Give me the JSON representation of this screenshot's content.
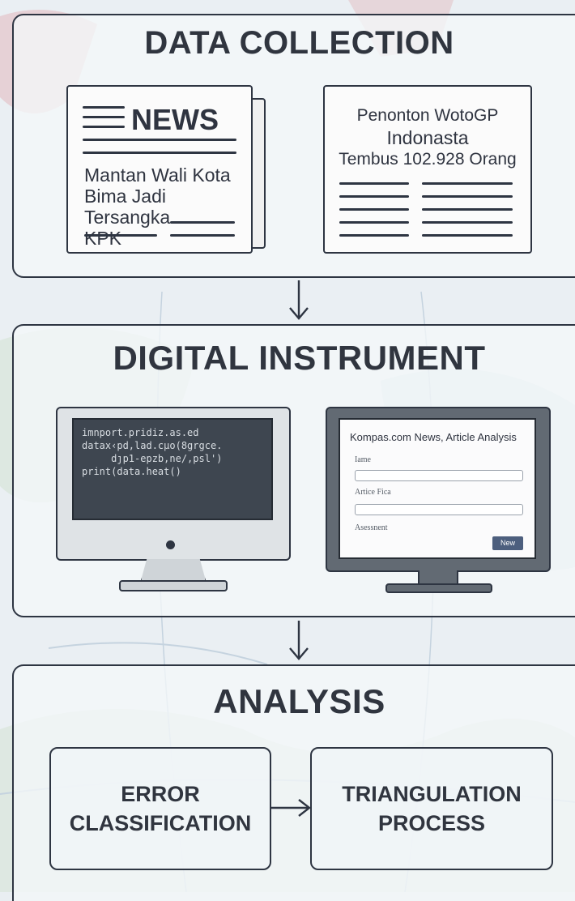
{
  "sections": {
    "collection": {
      "title": "DATA COLLECTION",
      "card1": {
        "masthead": "NEWS",
        "headline": [
          "Mantan Wali Kota",
          "Bima Jadi Tersangka",
          "KPK"
        ]
      },
      "card2": {
        "headline": [
          "Penonton WotoGP",
          "Indonasta",
          "Tembus 102.928 Orang"
        ]
      }
    },
    "instrument": {
      "title": "DIGITAL INSTRUMENT",
      "code_lines": [
        "imnport.pridiz.as.ed",
        "",
        "datax‹pd,lad.cµo(8grgce.",
        "     dȷp1-epzb,ne/,psl')",
        "",
        "print(data.heat()"
      ],
      "form": {
        "title": "Kompas.com News, Article Analysis",
        "label1": "Iame",
        "label2": "Artice Fica",
        "label3": "Asessnent",
        "button": "New"
      }
    },
    "analysis": {
      "title": "ANALYSIS",
      "box1": [
        "ERROR",
        "CLASSIFICATION"
      ],
      "box2": [
        "TRIANGULATION",
        "PROCESS"
      ]
    }
  },
  "colors": {
    "stroke": "#2e3542",
    "text": "#30353f",
    "button": "#4d5f7e"
  }
}
